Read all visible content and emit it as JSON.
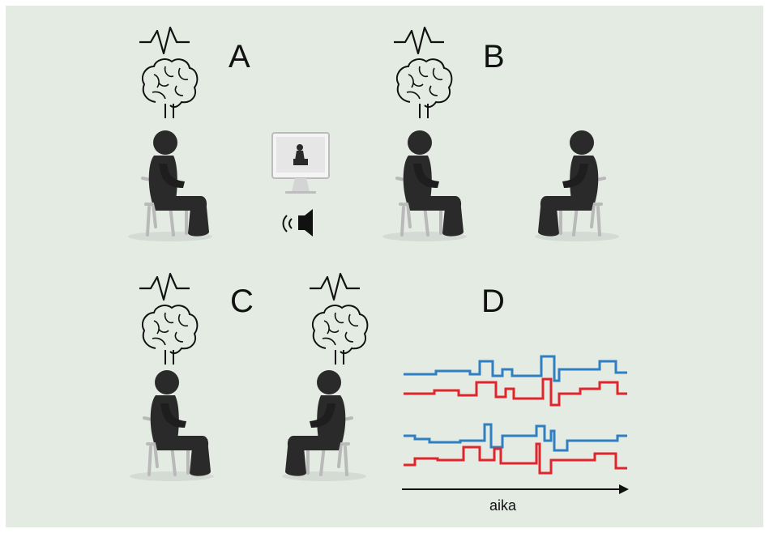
{
  "panels": [
    {
      "letter": "A"
    },
    {
      "letter": "B"
    },
    {
      "letter": "C"
    },
    {
      "letter": "D"
    }
  ],
  "time_axis_label": "aika",
  "colors": {
    "background": "#e3ebe3",
    "figure": "#2a2a2a",
    "signal_blue": "#2f7fc1",
    "signal_red": "#e0262d"
  },
  "icons": [
    "heartbeat-icon",
    "brain-icon",
    "monitor-icon",
    "speaker-icon",
    "seated-person-icon",
    "chair-icon"
  ]
}
